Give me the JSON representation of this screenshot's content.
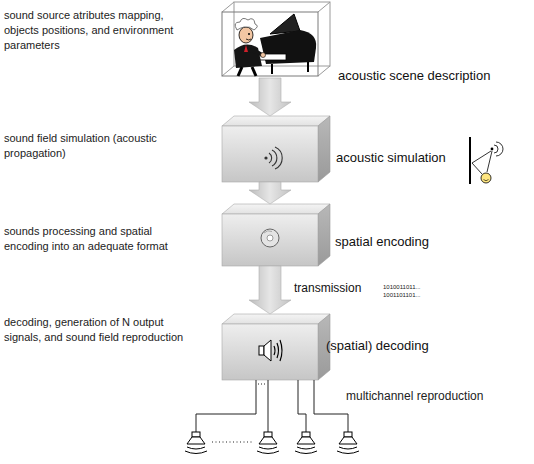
{
  "diagram": {
    "nodes": [
      {
        "text": [
          "acoustic scene description"
        ]
      },
      {
        "text": [
          "acoustic simulation"
        ]
      },
      {
        "text": [
          "spatial encoding"
        ]
      },
      {
        "text": [
          "(spatial) decoding"
        ]
      }
    ],
    "edges": [
      {
        "from": 0,
        "to": 1,
        "arrow": "to"
      },
      {
        "from": 1,
        "to": 2,
        "arrow": "to"
      },
      {
        "from": 2,
        "to": 3,
        "label": "transmission",
        "arrow": "to"
      }
    ],
    "labels": [
      "sound source atributes mapping, objects positions, and environment parameters",
      "sound field simulation (acoustic propagation)",
      "sounds processing and spatial encoding into an adequate format",
      "decoding, generation of N output signals, and sound field reproduction",
      "1010011011... 1001101101...",
      "multichannel reproduction"
    ]
  }
}
